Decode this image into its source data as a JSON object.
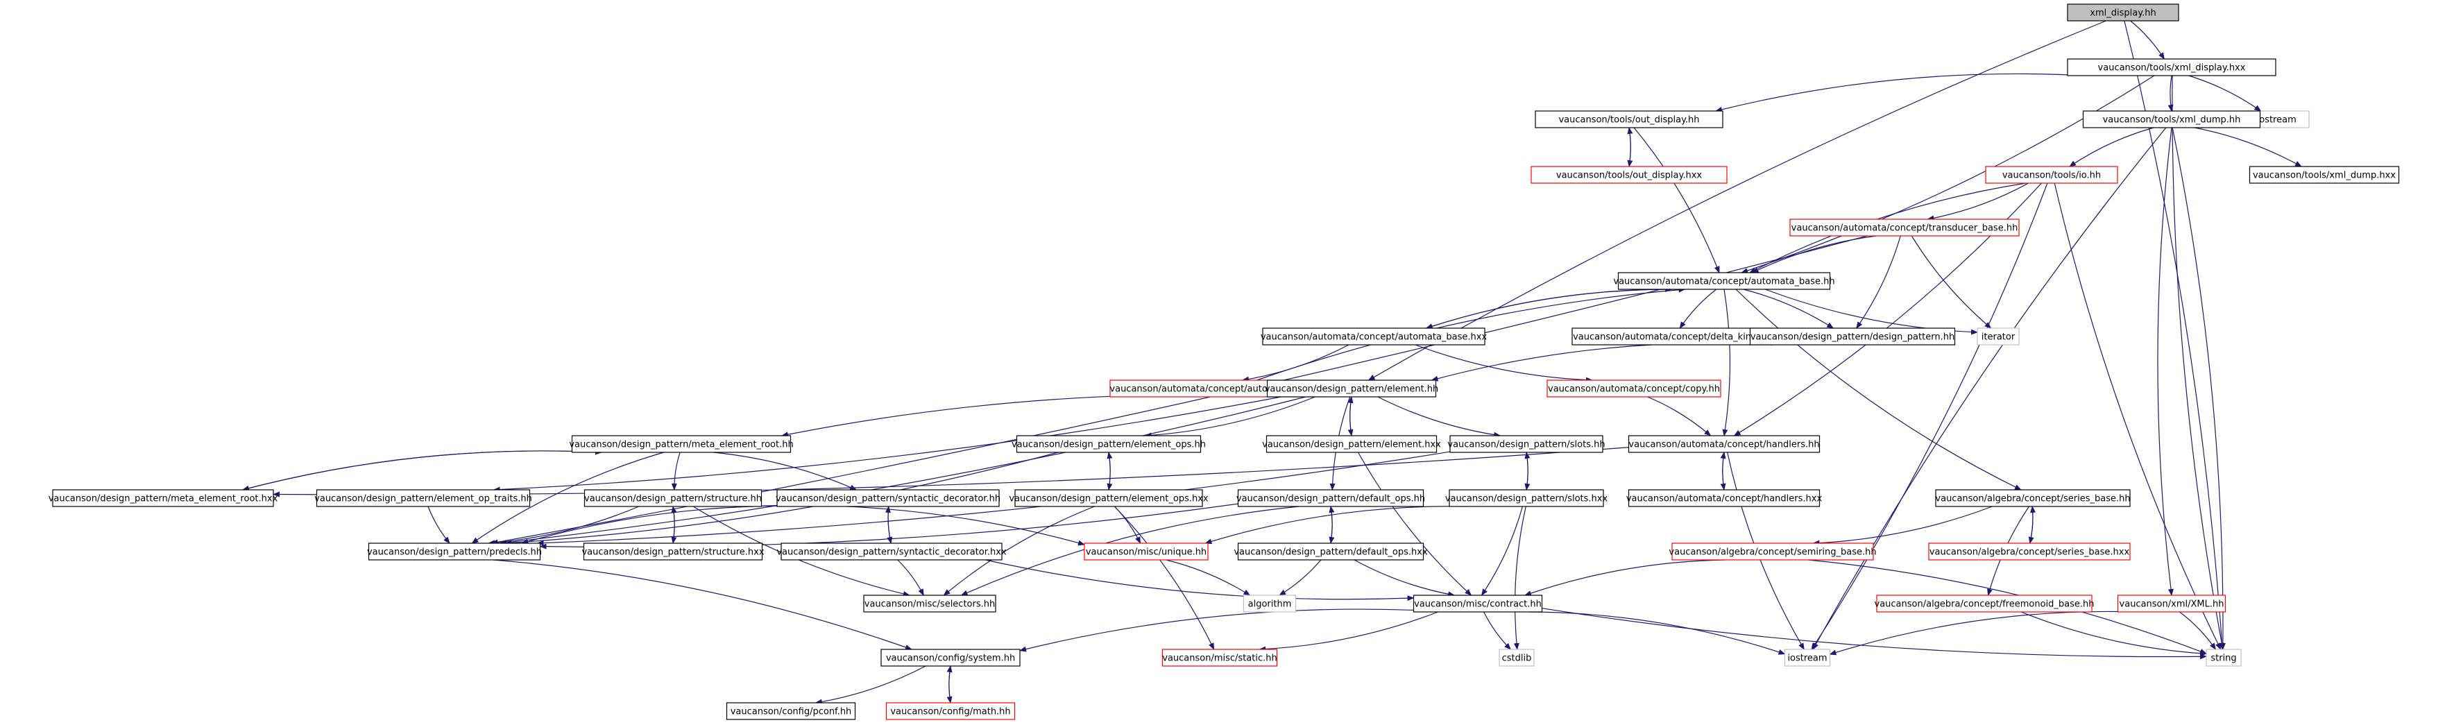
{
  "title": "xml_display.hh",
  "colors": {
    "edge": "#191970",
    "node_border": "#000000",
    "missing_border": "#ff0000",
    "external_border": "#bfbfbf",
    "root_fill": "#bfbfbf",
    "node_fill": "#ffffff",
    "text": "#000000"
  },
  "nodes": [
    {
      "id": "n_root",
      "label": "xml_display.hh",
      "kind": "root"
    },
    {
      "id": "n_xml_display_hxx",
      "label": "vaucanson/tools/xml_display.hxx",
      "kind": "normal"
    },
    {
      "id": "n_out_display_hh",
      "label": "vaucanson/tools/out_display.hh",
      "kind": "normal"
    },
    {
      "id": "n_ostream",
      "label": "ostream",
      "kind": "external"
    },
    {
      "id": "n_xml_dump_hh",
      "label": "vaucanson/tools/xml_dump.hh",
      "kind": "normal"
    },
    {
      "id": "n_out_display_hxx",
      "label": "vaucanson/tools/out_display.hxx",
      "kind": "missing"
    },
    {
      "id": "n_io_hh",
      "label": "vaucanson/tools/io.hh",
      "kind": "missing"
    },
    {
      "id": "n_xml_dump_hxx",
      "label": "vaucanson/tools/xml_dump.hxx",
      "kind": "normal"
    },
    {
      "id": "n_transducer_base",
      "label": "vaucanson/automata/concept/transducer_base.hh",
      "kind": "missing"
    },
    {
      "id": "n_automata_base_hh",
      "label": "vaucanson/automata/concept/automata_base.hh",
      "kind": "normal"
    },
    {
      "id": "n_iterator",
      "label": "iterator",
      "kind": "external"
    },
    {
      "id": "n_automata_base_hxx",
      "label": "vaucanson/automata/concept/automata_base.hxx",
      "kind": "normal"
    },
    {
      "id": "n_delta_kind",
      "label": "vaucanson/automata/concept/delta_kind.hh",
      "kind": "normal"
    },
    {
      "id": "n_design_pattern_hh",
      "label": "vaucanson/design_pattern/design_pattern.hh",
      "kind": "normal"
    },
    {
      "id": "n_automata_ops",
      "label": "vaucanson/automata/concept/automata_ops.hh",
      "kind": "missing"
    },
    {
      "id": "n_element_hh",
      "label": "vaucanson/design_pattern/element.hh",
      "kind": "normal"
    },
    {
      "id": "n_copy_hh",
      "label": "vaucanson/automata/concept/copy.hh",
      "kind": "missing"
    },
    {
      "id": "n_meta_element_root_hh",
      "label": "vaucanson/design_pattern/meta_element_root.hh",
      "kind": "normal"
    },
    {
      "id": "n_element_ops_hh",
      "label": "vaucanson/design_pattern/element_ops.hh",
      "kind": "normal"
    },
    {
      "id": "n_element_hxx",
      "label": "vaucanson/design_pattern/element.hxx",
      "kind": "normal"
    },
    {
      "id": "n_slots_hh",
      "label": "vaucanson/design_pattern/slots.hh",
      "kind": "normal"
    },
    {
      "id": "n_handlers_hh",
      "label": "vaucanson/automata/concept/handlers.hh",
      "kind": "normal"
    },
    {
      "id": "n_meta_element_root_hxx",
      "label": "vaucanson/design_pattern/meta_element_root.hxx",
      "kind": "normal"
    },
    {
      "id": "n_element_op_traits",
      "label": "vaucanson/design_pattern/element_op_traits.hh",
      "kind": "normal"
    },
    {
      "id": "n_element_ops_hxx",
      "label": "vaucanson/design_pattern/element_ops.hxx",
      "kind": "normal"
    },
    {
      "id": "n_slots_hxx",
      "label": "vaucanson/design_pattern/slots.hxx",
      "kind": "normal"
    },
    {
      "id": "n_handlers_hxx",
      "label": "vaucanson/automata/concept/handlers.hxx",
      "kind": "normal"
    },
    {
      "id": "n_series_base_hh",
      "label": "vaucanson/algebra/concept/series_base.hh",
      "kind": "normal"
    },
    {
      "id": "n_structure_hh",
      "label": "vaucanson/design_pattern/structure.hh",
      "kind": "normal"
    },
    {
      "id": "n_syntactic_decorator_hh",
      "label": "vaucanson/design_pattern/syntactic_decorator.hh",
      "kind": "normal"
    },
    {
      "id": "n_default_ops_hh",
      "label": "vaucanson/design_pattern/default_ops.hh",
      "kind": "normal"
    },
    {
      "id": "n_predecls",
      "label": "vaucanson/design_pattern/predecls.hh",
      "kind": "normal"
    },
    {
      "id": "n_structure_hxx",
      "label": "vaucanson/design_pattern/structure.hxx",
      "kind": "normal"
    },
    {
      "id": "n_syntactic_decorator_hxx",
      "label": "vaucanson/design_pattern/syntactic_decorator.hxx",
      "kind": "normal"
    },
    {
      "id": "n_unique_hh",
      "label": "vaucanson/misc/unique.hh",
      "kind": "missing"
    },
    {
      "id": "n_default_ops_hxx",
      "label": "vaucanson/design_pattern/default_ops.hxx",
      "kind": "normal"
    },
    {
      "id": "n_semiring_base",
      "label": "vaucanson/algebra/concept/semiring_base.hh",
      "kind": "missing"
    },
    {
      "id": "n_series_base_hxx",
      "label": "vaucanson/algebra/concept/series_base.hxx",
      "kind": "missing"
    },
    {
      "id": "n_xml_hh",
      "label": "vaucanson/xml/XML.hh",
      "kind": "missing"
    },
    {
      "id": "n_selectors",
      "label": "vaucanson/misc/selectors.hh",
      "kind": "normal"
    },
    {
      "id": "n_algorithm",
      "label": "algorithm",
      "kind": "external"
    },
    {
      "id": "n_contract",
      "label": "vaucanson/misc/contract.hh",
      "kind": "normal"
    },
    {
      "id": "n_freemonoid_base",
      "label": "vaucanson/algebra/concept/freemonoid_base.hh",
      "kind": "missing"
    },
    {
      "id": "n_system_hh",
      "label": "vaucanson/config/system.hh",
      "kind": "normal"
    },
    {
      "id": "n_static_hh",
      "label": "vaucanson/misc/static.hh",
      "kind": "missing"
    },
    {
      "id": "n_cstdlib",
      "label": "cstdlib",
      "kind": "external"
    },
    {
      "id": "n_iostream",
      "label": "iostream",
      "kind": "external"
    },
    {
      "id": "n_string",
      "label": "string",
      "kind": "external"
    },
    {
      "id": "n_pconf",
      "label": "vaucanson/config/pconf.hh",
      "kind": "normal"
    },
    {
      "id": "n_math",
      "label": "vaucanson/config/math.hh",
      "kind": "missing"
    }
  ],
  "edges": [
    [
      "n_root",
      "n_xml_display_hxx"
    ],
    [
      "n_root",
      "n_element_hh"
    ],
    [
      "n_root",
      "n_string"
    ],
    [
      "n_xml_display_hxx",
      "n_out_display_hh"
    ],
    [
      "n_xml_display_hxx",
      "n_ostream"
    ],
    [
      "n_xml_display_hxx",
      "n_xml_dump_hh"
    ],
    [
      "n_xml_display_hxx",
      "n_automata_base_hh"
    ],
    [
      "n_xml_display_hxx",
      "n_string"
    ],
    [
      "n_out_display_hh",
      "n_out_display_hxx"
    ],
    [
      "n_out_display_hxx",
      "n_out_display_hh"
    ],
    [
      "n_out_display_hh",
      "n_automata_base_hh"
    ],
    [
      "n_xml_dump_hh",
      "n_io_hh"
    ],
    [
      "n_xml_dump_hh",
      "n_xml_dump_hxx"
    ],
    [
      "n_xml_dump_hh",
      "n_xml_hh"
    ],
    [
      "n_xml_dump_hh",
      "n_string"
    ],
    [
      "n_xml_dump_hh",
      "n_iostream"
    ],
    [
      "n_io_hh",
      "n_transducer_base"
    ],
    [
      "n_io_hh",
      "n_automata_base_hh"
    ],
    [
      "n_io_hh",
      "n_handlers_hh"
    ],
    [
      "n_io_hh",
      "n_string"
    ],
    [
      "n_io_hh",
      "n_iostream"
    ],
    [
      "n_transducer_base",
      "n_automata_base_hh"
    ],
    [
      "n_transducer_base",
      "n_design_pattern_hh"
    ],
    [
      "n_transducer_base",
      "n_iterator"
    ],
    [
      "n_transducer_base",
      "n_predecls"
    ],
    [
      "n_automata_base_hh",
      "n_automata_base_hxx"
    ],
    [
      "n_automata_base_hxx",
      "n_automata_base_hh"
    ],
    [
      "n_automata_base_hh",
      "n_delta_kind"
    ],
    [
      "n_automata_base_hh",
      "n_design_pattern_hh"
    ],
    [
      "n_automata_base_hh",
      "n_iterator"
    ],
    [
      "n_automata_base_hh",
      "n_handlers_hh"
    ],
    [
      "n_automata_base_hh",
      "n_series_base_hh"
    ],
    [
      "n_automata_base_hxx",
      "n_automata_ops"
    ],
    [
      "n_automata_base_hxx",
      "n_copy_hh"
    ],
    [
      "n_automata_ops",
      "n_automata_base_hh"
    ],
    [
      "n_design_pattern_hh",
      "n_element_hh"
    ],
    [
      "n_copy_hh",
      "n_handlers_hh"
    ],
    [
      "n_element_hh",
      "n_meta_element_root_hh"
    ],
    [
      "n_element_hh",
      "n_element_ops_hh"
    ],
    [
      "n_element_hh",
      "n_element_hxx"
    ],
    [
      "n_element_hxx",
      "n_element_hh"
    ],
    [
      "n_element_hh",
      "n_slots_hh"
    ],
    [
      "n_element_hh",
      "n_predecls"
    ],
    [
      "n_element_hh",
      "n_default_ops_hh"
    ],
    [
      "n_element_hh",
      "n_element_op_traits"
    ],
    [
      "n_meta_element_root_hh",
      "n_meta_element_root_hxx"
    ],
    [
      "n_meta_element_root_hxx",
      "n_meta_element_root_hh"
    ],
    [
      "n_meta_element_root_hh",
      "n_structure_hh"
    ],
    [
      "n_meta_element_root_hh",
      "n_syntactic_decorator_hh"
    ],
    [
      "n_meta_element_root_hh",
      "n_predecls"
    ],
    [
      "n_element_ops_hh",
      "n_element_ops_hxx"
    ],
    [
      "n_element_ops_hxx",
      "n_element_ops_hh"
    ],
    [
      "n_element_ops_hh",
      "n_predecls"
    ],
    [
      "n_element_hxx",
      "n_contract"
    ],
    [
      "n_slots_hh",
      "n_slots_hxx"
    ],
    [
      "n_slots_hxx",
      "n_slots_hh"
    ],
    [
      "n_slots_hh",
      "n_predecls"
    ],
    [
      "n_handlers_hh",
      "n_handlers_hxx"
    ],
    [
      "n_handlers_hxx",
      "n_handlers_hh"
    ],
    [
      "n_handlers_hh",
      "n_iostream"
    ],
    [
      "n_handlers_hh",
      "n_meta_element_root_hxx"
    ],
    [
      "n_element_op_traits",
      "n_predecls"
    ],
    [
      "n_element_ops_hxx",
      "n_unique_hh"
    ],
    [
      "n_element_ops_hxx",
      "n_selectors"
    ],
    [
      "n_element_ops_hxx",
      "n_static_hh"
    ],
    [
      "n_slots_hxx",
      "n_unique_hh"
    ],
    [
      "n_slots_hxx",
      "n_contract"
    ],
    [
      "n_slots_hxx",
      "n_cstdlib"
    ],
    [
      "n_series_base_hh",
      "n_series_base_hxx"
    ],
    [
      "n_series_base_hxx",
      "n_series_base_hh"
    ],
    [
      "n_series_base_hh",
      "n_semiring_base"
    ],
    [
      "n_series_base_hh",
      "n_freemonoid_base"
    ],
    [
      "n_structure_hh",
      "n_structure_hxx"
    ],
    [
      "n_structure_hxx",
      "n_structure_hh"
    ],
    [
      "n_structure_hh",
      "n_predecls"
    ],
    [
      "n_structure_hh",
      "n_selectors"
    ],
    [
      "n_structure_hh",
      "n_unique_hh"
    ],
    [
      "n_syntactic_decorator_hh",
      "n_syntactic_decorator_hxx"
    ],
    [
      "n_syntactic_decorator_hxx",
      "n_syntactic_decorator_hh"
    ],
    [
      "n_syntactic_decorator_hh",
      "n_predecls"
    ],
    [
      "n_syntactic_decorator_hxx",
      "n_selectors"
    ],
    [
      "n_syntactic_decorator_hxx",
      "n_contract"
    ],
    [
      "n_default_ops_hh",
      "n_default_ops_hxx"
    ],
    [
      "n_default_ops_hxx",
      "n_default_ops_hh"
    ],
    [
      "n_default_ops_hh",
      "n_predecls"
    ],
    [
      "n_default_ops_hh",
      "n_selectors"
    ],
    [
      "n_default_ops_hxx",
      "n_algorithm"
    ],
    [
      "n_default_ops_hxx",
      "n_contract"
    ],
    [
      "n_unique_hh",
      "n_algorithm"
    ],
    [
      "n_semiring_base",
      "n_contract"
    ],
    [
      "n_semiring_base",
      "n_string"
    ],
    [
      "n_freemonoid_base",
      "n_string"
    ],
    [
      "n_xml_hh",
      "n_string"
    ],
    [
      "n_xml_hh",
      "n_iostream"
    ],
    [
      "n_predecls",
      "n_system_hh"
    ],
    [
      "n_contract",
      "n_system_hh"
    ],
    [
      "n_contract",
      "n_static_hh"
    ],
    [
      "n_contract",
      "n_cstdlib"
    ],
    [
      "n_contract",
      "n_iostream"
    ],
    [
      "n_contract",
      "n_string"
    ],
    [
      "n_system_hh",
      "n_pconf"
    ],
    [
      "n_system_hh",
      "n_math"
    ],
    [
      "n_math",
      "n_system_hh"
    ]
  ]
}
